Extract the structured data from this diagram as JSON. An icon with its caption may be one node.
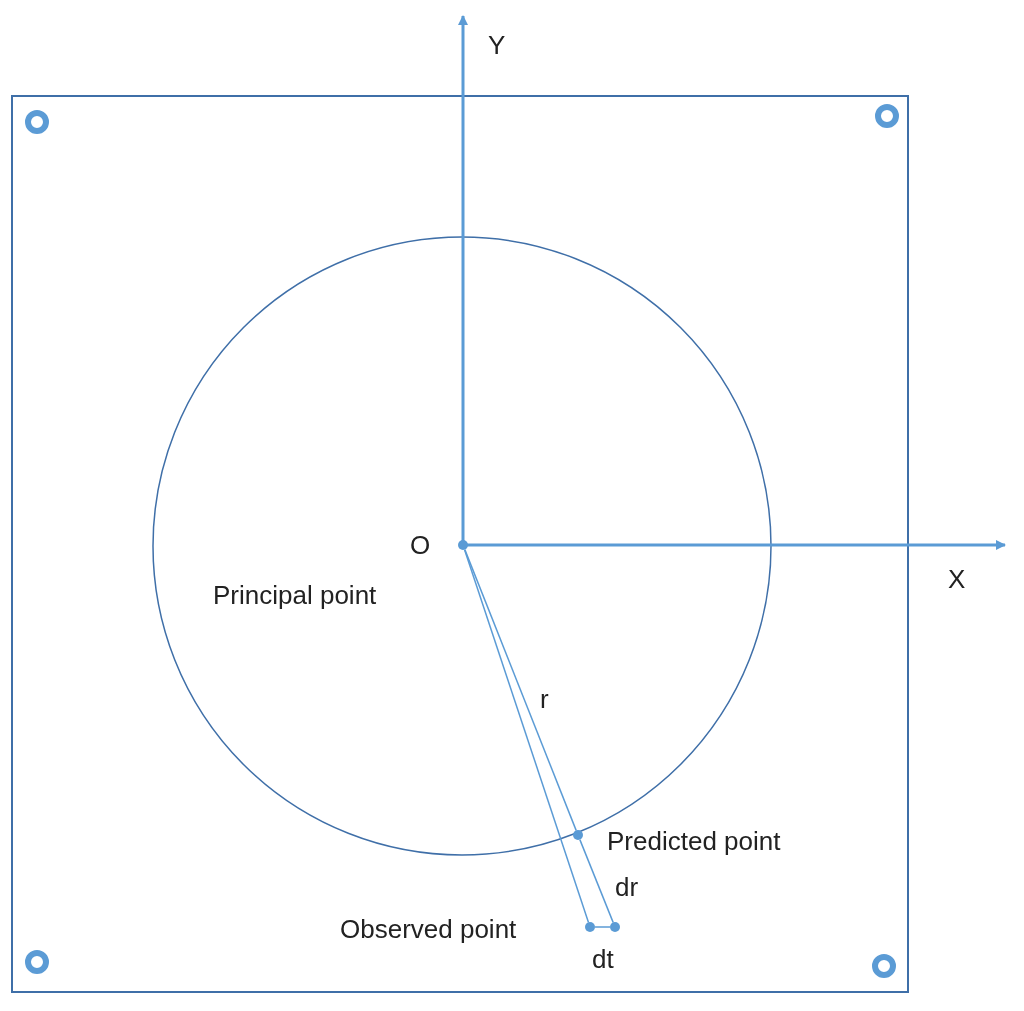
{
  "diagram": {
    "nodes": [
      {
        "text": [
          "O",
          "Principal point"
        ]
      },
      {
        "text": [
          "Predicted point"
        ]
      },
      {
        "text": [],
        "shape": "circle"
      },
      {
        "text": [
          "Observed point"
        ]
      }
    ],
    "edges": [
      {
        "from": 0,
        "to": 1,
        "arrow": "none",
        "label": "r"
      },
      {
        "from": 1,
        "to": 2,
        "arrow": "none",
        "label": "dr"
      },
      {
        "from": 2,
        "to": 3,
        "arrow": "none",
        "label": "dt"
      },
      {
        "from": 0,
        "to": 3,
        "arrow": "none"
      }
    ],
    "labels": [
      "Y",
      "X"
    ]
  }
}
